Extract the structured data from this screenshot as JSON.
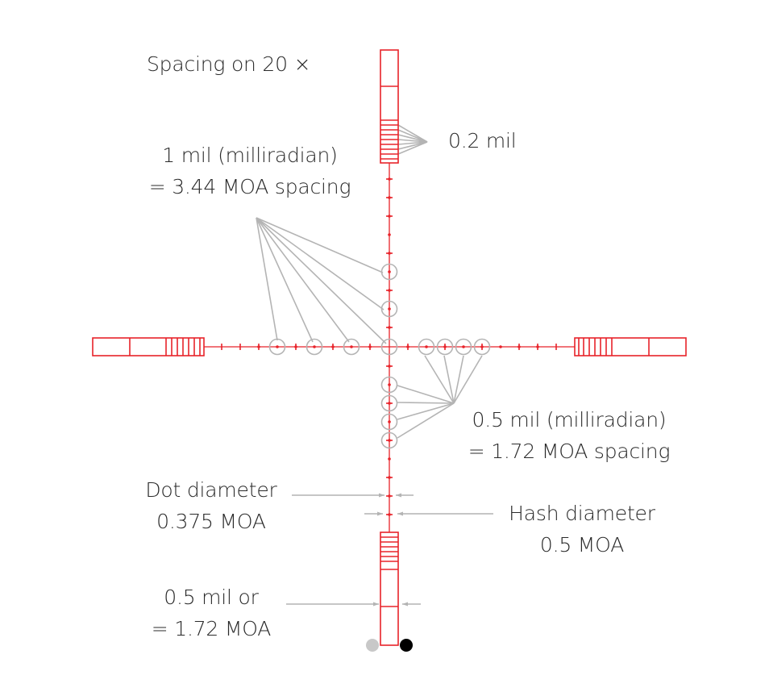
{
  "diagram": {
    "title": "Spacing on 20 ×",
    "labels": {
      "point_two_mil": "0.2 mil",
      "one_mil_line1": "1 mil (milliradian)",
      "one_mil_line2": "= 3.44 MOA spacing",
      "half_mil_line1": "0.5 mil (milliradian)",
      "half_mil_line2": "= 1.72 MOA spacing",
      "dot_line1": "Dot diameter",
      "dot_line2": "0.375 MOA",
      "hash_line1": "Hash diameter",
      "hash_line2": "0.5 MOA",
      "post_line1": "0.5 mil or",
      "post_line2": "= 1.72 MOA"
    },
    "colors": {
      "reticle": "#e8232a",
      "annotation": "#b4b4b4",
      "text": "#2a2a2a",
      "legend_dot_light": "#c8c8c8",
      "legend_dot_dark": "#000000"
    }
  }
}
